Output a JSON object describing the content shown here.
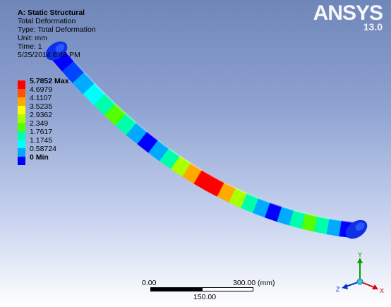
{
  "info": {
    "title": "A: Static Structural",
    "line1": "Total Deformation",
    "line2": "Type: Total Deformation",
    "line3": "Unit: mm",
    "line4": "Time: 1",
    "line5": "5/25/2014 6:46 PM"
  },
  "legend": {
    "entries": [
      {
        "label": "5.7852 Max",
        "color": "#ff0000"
      },
      {
        "label": "4.6979",
        "color": "#ff5500"
      },
      {
        "label": "4.1107",
        "color": "#ffaa00"
      },
      {
        "label": "3.5235",
        "color": "#ffff00"
      },
      {
        "label": "2.9362",
        "color": "#aaff00"
      },
      {
        "label": "2.349",
        "color": "#55ff00"
      },
      {
        "label": "1.7617",
        "color": "#00ffaa"
      },
      {
        "label": "1.1745",
        "color": "#00ffff"
      },
      {
        "label": "0.58724",
        "color": "#00aaff"
      },
      {
        "label": "0 Min",
        "color": "#0000ff"
      }
    ]
  },
  "logo": {
    "brand": "ANSYS",
    "version": "13.0"
  },
  "scale": {
    "start": "0.00",
    "mid": "150.00",
    "end": "300.00 (mm)"
  },
  "triad": {
    "x": "X",
    "y": "Y",
    "z": "Z"
  },
  "colors": {
    "spring": [
      "#0000ff",
      "#0044ff",
      "#00aaff",
      "#00ffff",
      "#00ffaa",
      "#55ff00",
      "#00ffaa",
      "#00aaff",
      "#0000ff",
      "#00aaff",
      "#00ffaa",
      "#aaff00",
      "#ffaa00",
      "#ff0000",
      "#ff0000",
      "#ffaa00",
      "#aaff00",
      "#00ffaa",
      "#00aaff",
      "#0000ff",
      "#00aaff",
      "#00ffaa",
      "#55ff00",
      "#00ffaa",
      "#00aaff",
      "#0000ff"
    ]
  }
}
